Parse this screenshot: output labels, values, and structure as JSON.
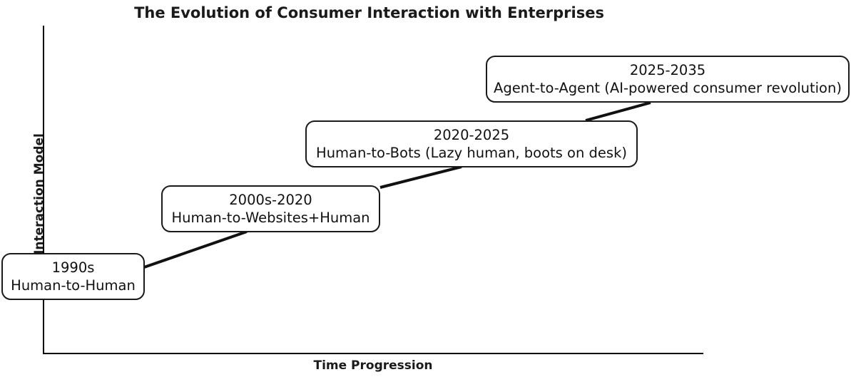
{
  "chart_data": {
    "type": "line",
    "title": "The Evolution of Consumer Interaction with Enterprises",
    "xlabel": "Time Progression",
    "ylabel": "Interaction Model",
    "grid": false,
    "legend": "none",
    "categories": [
      "1990s",
      "2000s-2020",
      "2020-2025",
      "2025-2035"
    ],
    "values": [
      1,
      2,
      3,
      4
    ],
    "annotations": [
      "1990s\nHuman-to-Human",
      "2000s-2020\nHuman-to-Websites+Human",
      "2020-2025\nHuman-to-Bots (Lazy human, boots on desk)",
      "2025-2035\nAgent-to-Agent (AI-powered consumer revolution)"
    ],
    "series": [
      {
        "name": "Interaction Model",
        "x": [
          "1990s",
          "2000s-2020",
          "2020-2025",
          "2025-2035"
        ],
        "values": [
          1,
          2,
          3,
          4
        ]
      }
    ],
    "xlim": [
      0,
      4.5
    ],
    "ylim": [
      0,
      4.8
    ]
  },
  "header": {
    "title": "The Evolution of Consumer Interaction with Enterprises"
  },
  "axes": {
    "x_label": "Time Progression",
    "y_label": "Interaction Model"
  },
  "stages": [
    {
      "period": "1990s",
      "model": "Human-to-Human"
    },
    {
      "period": "2000s-2020",
      "model": "Human-to-Websites+Human"
    },
    {
      "period": "2020-2025",
      "model": "Human-to-Bots (Lazy human, boots on desk)"
    },
    {
      "period": "2025-2035",
      "model": "Agent-to-Agent (AI-powered consumer revolution)"
    }
  ],
  "colors": {
    "line": "#111111",
    "box_border": "#1a1a1a",
    "box_fill": "#ffffff",
    "text": "#111111",
    "background": "#ffffff"
  }
}
